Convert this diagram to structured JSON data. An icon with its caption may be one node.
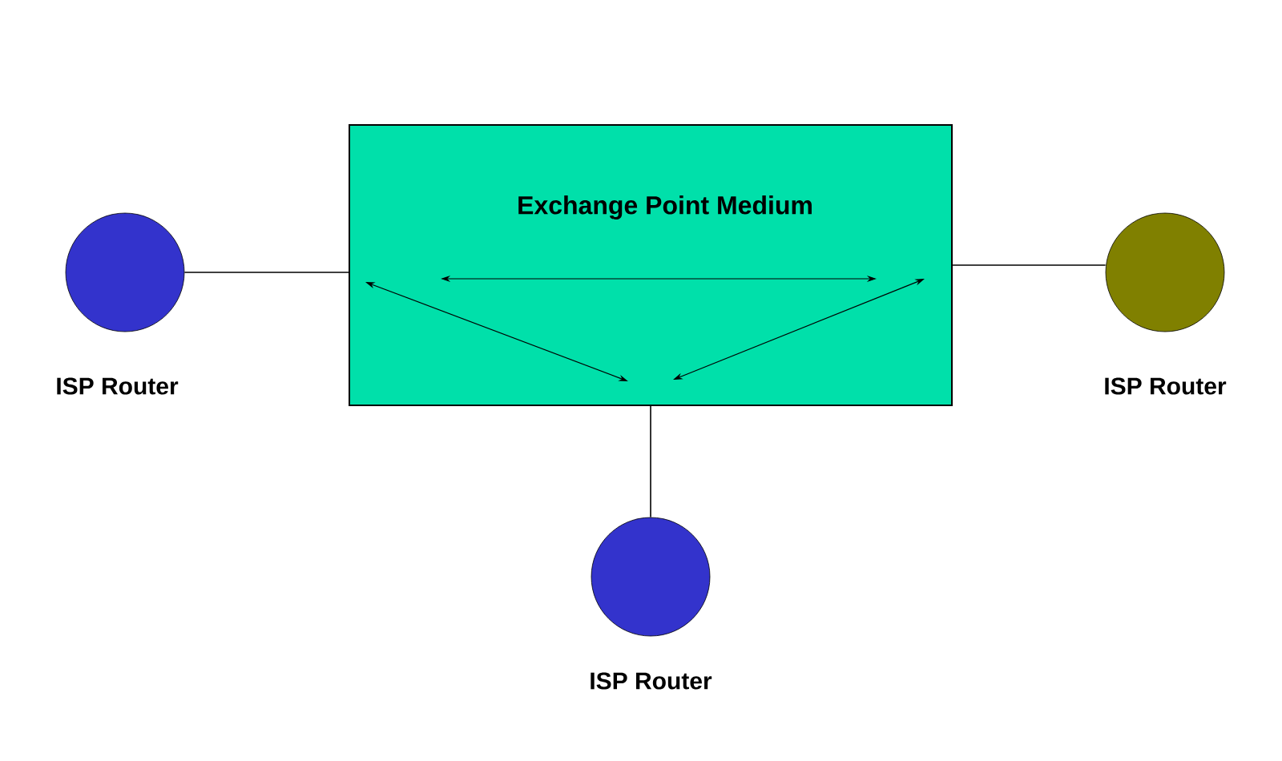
{
  "diagram": {
    "nodes": [
      {
        "text": [
          "Exchange Point Medium"
        ]
      },
      {
        "text": [],
        "shape": "circle",
        "beside": [
          "ISP Router"
        ]
      },
      {
        "text": [],
        "shape": "circle",
        "beside": [
          "ISP Router"
        ]
      },
      {
        "text": [],
        "shape": "circle",
        "beside": [
          "ISP Router"
        ]
      }
    ],
    "edges": [
      {
        "from": 1,
        "to": 0,
        "arrow": "none"
      },
      {
        "from": 0,
        "to": 2,
        "arrow": "none"
      },
      {
        "from": 0,
        "to": 3,
        "arrow": "none"
      }
    ]
  }
}
